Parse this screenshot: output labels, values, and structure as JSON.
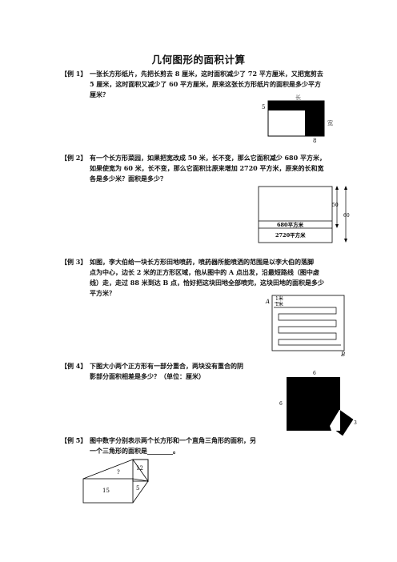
{
  "title": "几何图形的面积计算",
  "examples": [
    {
      "tag": "【例 1】",
      "lines": [
        "一张长方形纸片，先把长剪去 8 厘米，这时面积减少了 72 平方厘米，又把宽剪去",
        "5 厘米，这时面积又减少了 60 平方厘米，原来这张长方形纸片的面积是多少平方",
        "厘米？"
      ],
      "figure": {
        "label_top": "长",
        "label_right": "宽",
        "label_left": "5",
        "label_bottom": "8"
      }
    },
    {
      "tag": "【例 2】",
      "lines": [
        "有一个长方形菜园，如果把宽改成 50 米，长不变，那么它面积减少 680 平方米，",
        "如果使宽为 60 米，长不变，那么它面积比原来增加 2720 平方米，原来的长和宽",
        "各是多少米？面积是多少？"
      ],
      "figure": {
        "label_50": "50",
        "label_60": "60",
        "area_680": "680平方米",
        "area_2720": "2720平方米"
      }
    },
    {
      "tag": "【例 3】",
      "lines": [
        "如图，李大伯给一块长方形田地喷药，喷药器所能喷洒的范围是以李大伯的落脚",
        "点为中心，边长 2 米的正方形区域，他从图中的 A 点出发，沿最短路线（图中虚",
        "线）走，走过 88 米到达 B 点，恰好把这块田地全部喷完，这块田地的面积是多少",
        "平方米？"
      ],
      "figure": {
        "label_a": "A",
        "label_b": "B",
        "label_1m_top": "1米",
        "label_1m_bottom": "1米"
      }
    },
    {
      "tag": "【例 4】",
      "lines": [
        "下图大小两个正方形有一部分重合，两块没有重合的阴",
        "影部分面积相差是多少？（单位：厘米）"
      ],
      "figure": {
        "label_top": "6",
        "label_left": "6",
        "label_small": "3"
      }
    },
    {
      "tag": "【例 5】",
      "lines": [
        "图中数字分别表示两个长方形和一个直角三角形的面积，另",
        "一个三角形的面积是________。"
      ],
      "figure": {
        "label_12": "12",
        "label_q": "?",
        "label_15": "15",
        "label_5": "5"
      }
    }
  ]
}
